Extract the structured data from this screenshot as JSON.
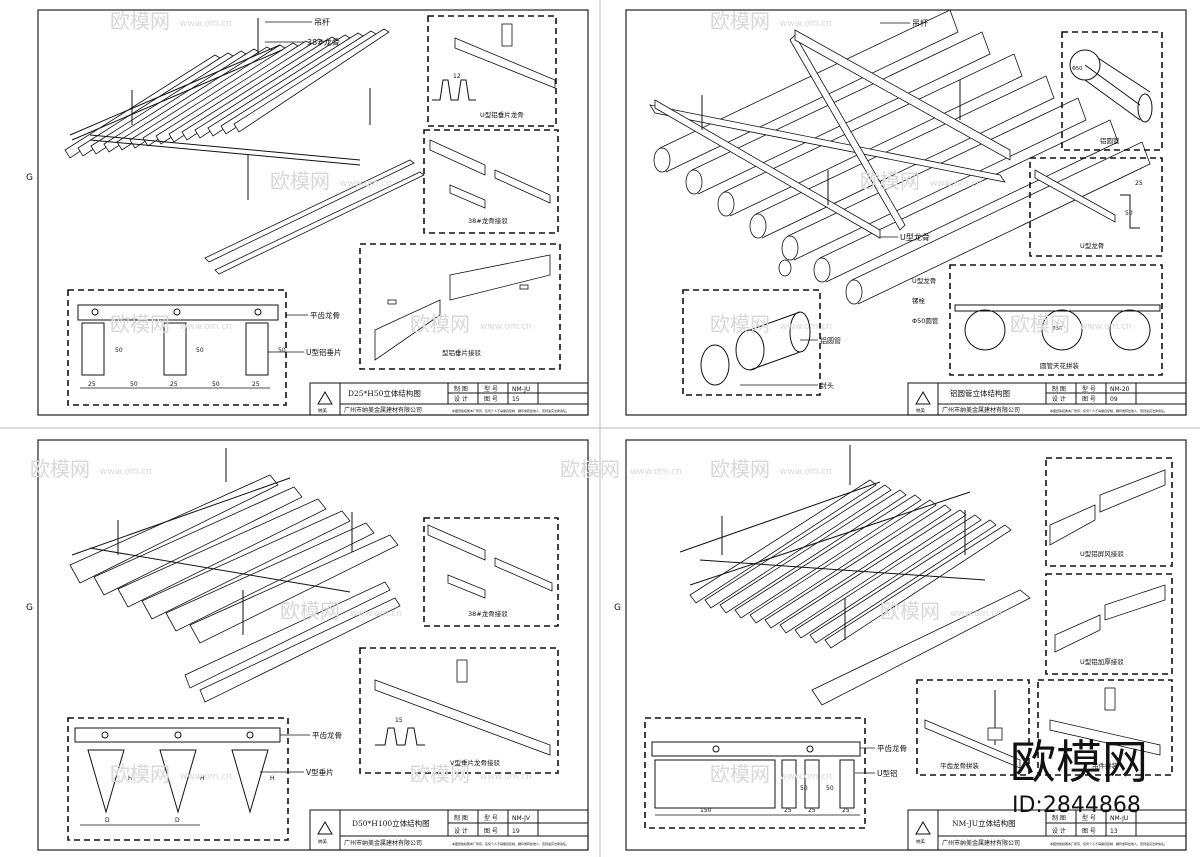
{
  "watermark": {
    "site": "www.om.cn",
    "brand": "欧模网",
    "big_brand": "欧模网",
    "id_label": "ID:2844868"
  },
  "margin_mark": "G",
  "sheets": [
    {
      "callouts": [
        "吊杆",
        "38#龙骨",
        "平齿龙骨",
        "U型铝垂片"
      ],
      "detail_labels": [
        "U型铝垂片龙骨",
        "38#龙骨接驳",
        "型铝垂片接驳"
      ],
      "dims": [
        "12",
        "25",
        "50",
        "25",
        "50",
        "25",
        "50",
        "50",
        "50"
      ],
      "title": "D25*H50立体结构图",
      "tb": {
        "r1c1": "制 图",
        "r1c2": "型 号",
        "r1c3": "NM-JU",
        "r2c1": "设 计",
        "r2c2": "图 号",
        "r2c3": "15"
      },
      "company": "广州市纳美金属建材有限公司",
      "note": "本图纸版权属本厂所有，任何个人不得擅自复制、翻印或转给他人，否则追究法律责任。",
      "logo": "纳美"
    },
    {
      "callouts": [
        "吊杆",
        "U型龙骨",
        "U型龙骨",
        "镙栓",
        "Φ50圆管",
        "铝圆管",
        "封头"
      ],
      "detail_labels": [
        "铝圆管",
        "U型龙骨",
        "圆管天花拼装"
      ],
      "dims": [
        "Φ50",
        "25",
        "50",
        "Φ50"
      ],
      "title": "铝圆管立体结构图",
      "tb": {
        "r1c1": "制 图",
        "r1c2": "型 号",
        "r1c3": "NM-20",
        "r2c1": "设 计",
        "r2c2": "图 号",
        "r2c3": "09"
      },
      "company": "广州市纳美金属建材有限公司",
      "note": "本图纸版权属本厂所有，任何个人不得擅自复制、翻印或转给他人，否则追究法律责任。",
      "logo": "纳美"
    },
    {
      "callouts": [
        "平齿龙骨",
        "V型垂片"
      ],
      "detail_labels": [
        "38#龙骨接驳",
        "V型垂片龙骨接驳"
      ],
      "dims": [
        "15",
        "H",
        "H",
        "H",
        "D",
        "D"
      ],
      "title": "D50*H100立体结构图",
      "tb": {
        "r1c1": "制 图",
        "r1c2": "型 号",
        "r1c3": "NM-JV",
        "r2c1": "设 计",
        "r2c2": "图 号",
        "r2c3": "19"
      },
      "company": "广州市纳美金属建材有限公司",
      "note": "本图纸版权属本厂所有，任何个人不得擅自复制、翻印或转给他人，否则追究法律责任。",
      "logo": "纳美"
    },
    {
      "callouts": [
        "平齿龙骨",
        "U型铝"
      ],
      "detail_labels": [
        "U型铝屏风接驳",
        "U型铝加厚接驳",
        "平齿龙骨拼装",
        "吊件拼装"
      ],
      "dims": [
        "150",
        "25",
        "50",
        "25",
        "50",
        "25"
      ],
      "title": "NM-JU立体结构图",
      "tb": {
        "r1c1": "制 图",
        "r1c2": "型 号",
        "r1c3": "NM-JU",
        "r2c1": "设 计",
        "r2c2": "图 号",
        "r2c3": "13"
      },
      "company": "广州市纳美金属建材有限公司",
      "note": "本图纸版权属本厂所有，任何个人不得擅自复制、翻印或转给他人，否则追究法律责任。",
      "logo": "纳美"
    }
  ]
}
